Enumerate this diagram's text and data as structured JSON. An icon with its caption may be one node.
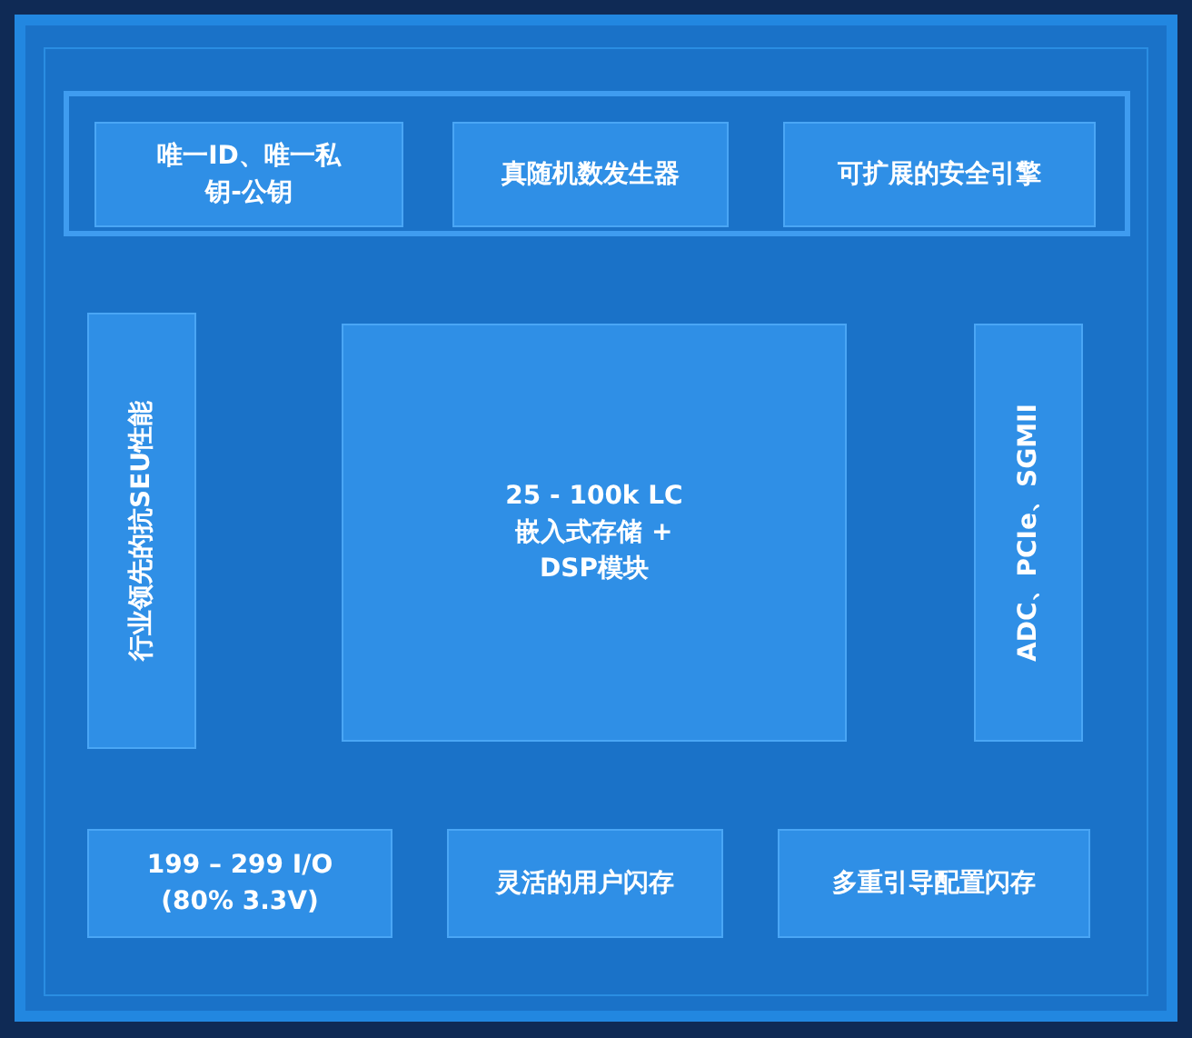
{
  "diagram": {
    "nodes": [
      {
        "text": [],
        "shape": "box"
      },
      {
        "text": [
          "唯一ID、唯一私钥-公钥"
        ],
        "in": 0
      },
      {
        "text": [
          "真随机数发生器"
        ],
        "in": 0
      },
      {
        "text": [
          "可扩展的安全引擎"
        ],
        "in": 0
      },
      {
        "text": [
          "行业领先的抗SEU性能"
        ]
      },
      {
        "text": [
          "25 - 100k LC 嵌入式存储 + DSP模块"
        ]
      },
      {
        "text": [
          "ADC、PCIe、SGMII"
        ]
      },
      {
        "text": [
          "199 – 299 I/O (80% 3.3V)"
        ]
      },
      {
        "text": [
          "灵活的用户闪存"
        ]
      },
      {
        "text": [
          "多重引导配置闪存"
        ]
      }
    ]
  }
}
